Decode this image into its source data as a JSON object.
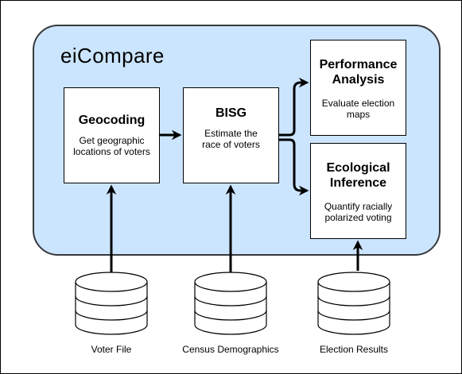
{
  "diagram": {
    "title": "eiCompare",
    "boxes": {
      "geocoding": {
        "title": "Geocoding",
        "body": "Get geographic locations of voters"
      },
      "bisg": {
        "title": "BISG",
        "body": "Estimate the race of voters"
      },
      "performance": {
        "title": "Performance Analysis",
        "body": "Evaluate election maps"
      },
      "ecological": {
        "title": "Ecological Inference",
        "body": "Quantify racially polarized voting"
      }
    },
    "sources": {
      "voter_file": "Voter File",
      "census": "Census Demographics",
      "election": "Election Results"
    },
    "colors": {
      "container_fill": "#cce5ff",
      "container_stroke": "#36393d",
      "stroke": "#000000"
    }
  }
}
